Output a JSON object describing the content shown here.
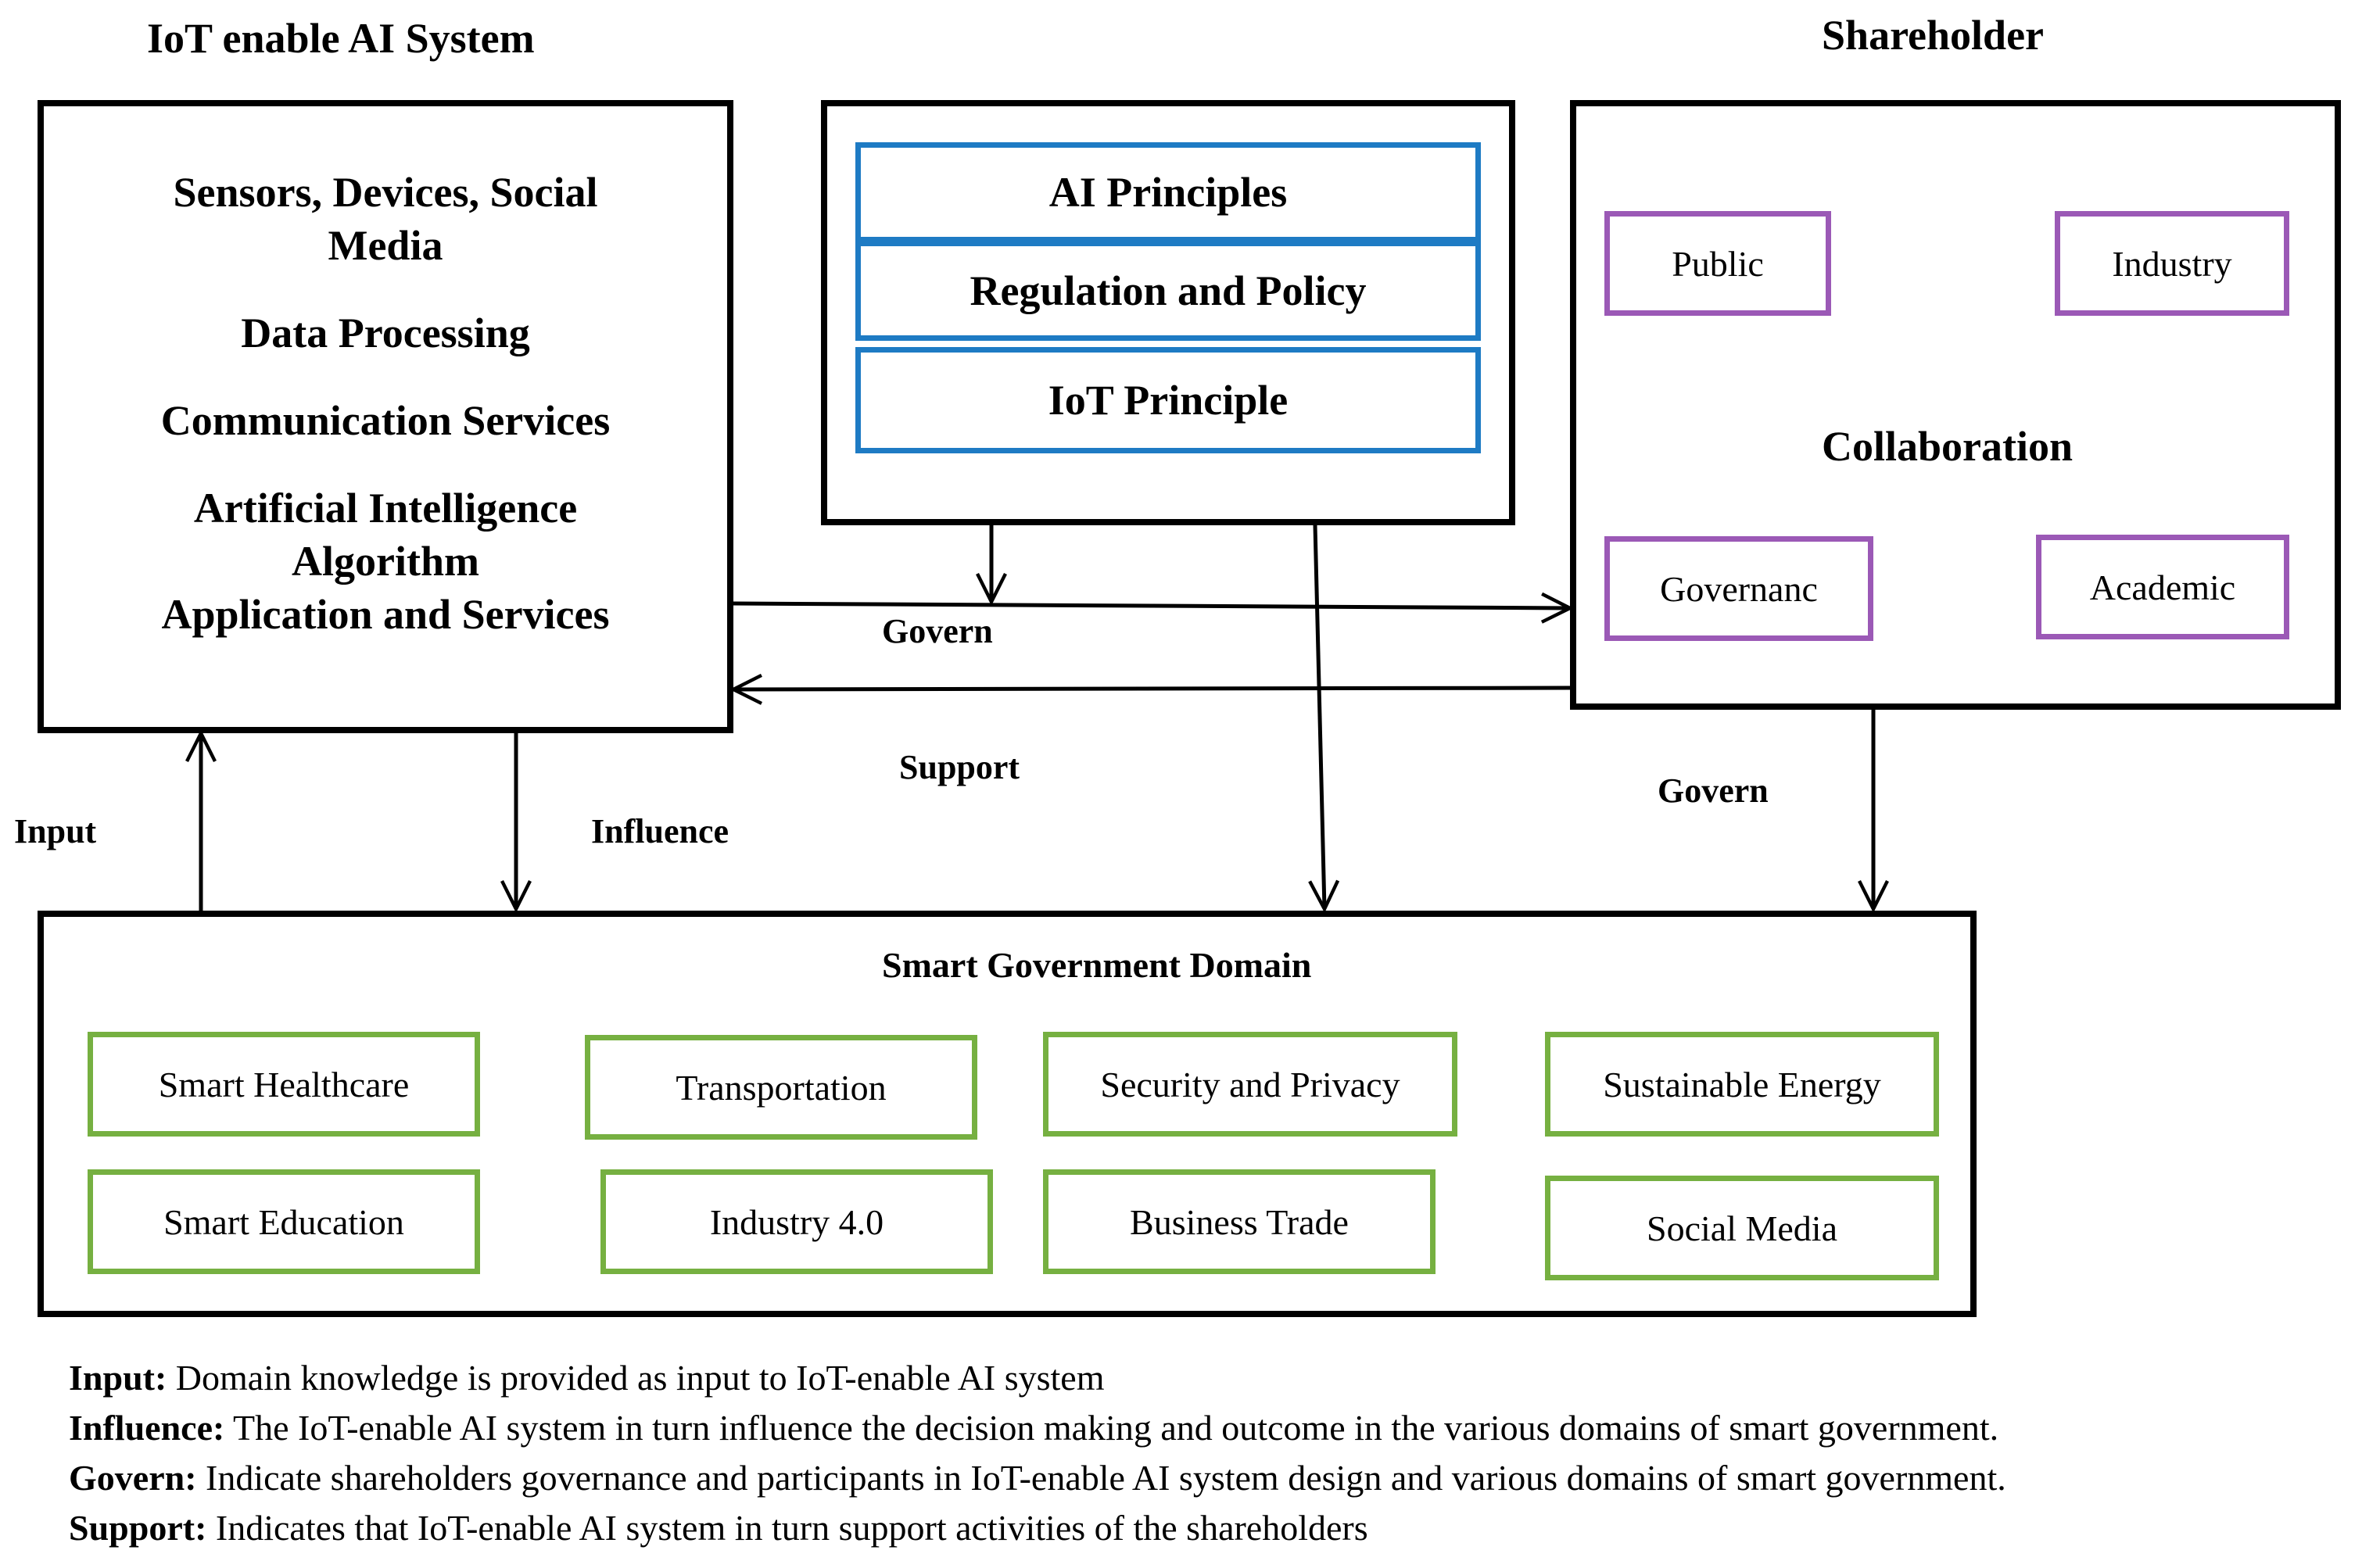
{
  "titles": {
    "left": "IoT enable AI System",
    "right": "Shareholder"
  },
  "ai_system": {
    "lines": [
      "Sensors, Devices, Social",
      "Media",
      "Data Processing",
      "Communication Services",
      "Artificial Intelligence",
      "Algorithm",
      "Application and Services"
    ]
  },
  "principles": {
    "items": [
      "AI Principles",
      "Regulation and Policy",
      "IoT Principle"
    ]
  },
  "shareholder": {
    "public": "Public",
    "industry": "Industry",
    "governance": "Governanc",
    "academic": "Academic",
    "center": "Collaboration"
  },
  "edge_labels": {
    "govern_top": "Govern",
    "support": "Support",
    "govern_right": "Govern",
    "input": "Input",
    "influence": "Influence"
  },
  "domain": {
    "title": "Smart Government Domain",
    "items": [
      "Smart Healthcare",
      "Transportation",
      "Security and Privacy",
      "Sustainable Energy",
      "Smart Education",
      "Industry 4.0",
      "Business Trade",
      "Social Media"
    ]
  },
  "legend": [
    {
      "term": "Input:",
      "text": " Domain knowledge is provided as input to IoT-enable AI system"
    },
    {
      "term": "Influence:",
      "text": " The IoT-enable AI system in turn influence the decision making and outcome in the various domains of smart government."
    },
    {
      "term": "Govern:",
      "text": " Indicate shareholders governance and participants in IoT-enable AI system design and various domains of smart government."
    },
    {
      "term": "Support:",
      "text": " Indicates that IoT-enable AI system in turn support activities of the shareholders"
    }
  ],
  "colors": {
    "principle_border": "#1e7bc4",
    "stakeholder_border": "#9b59b6",
    "domain_border": "#76b041"
  }
}
